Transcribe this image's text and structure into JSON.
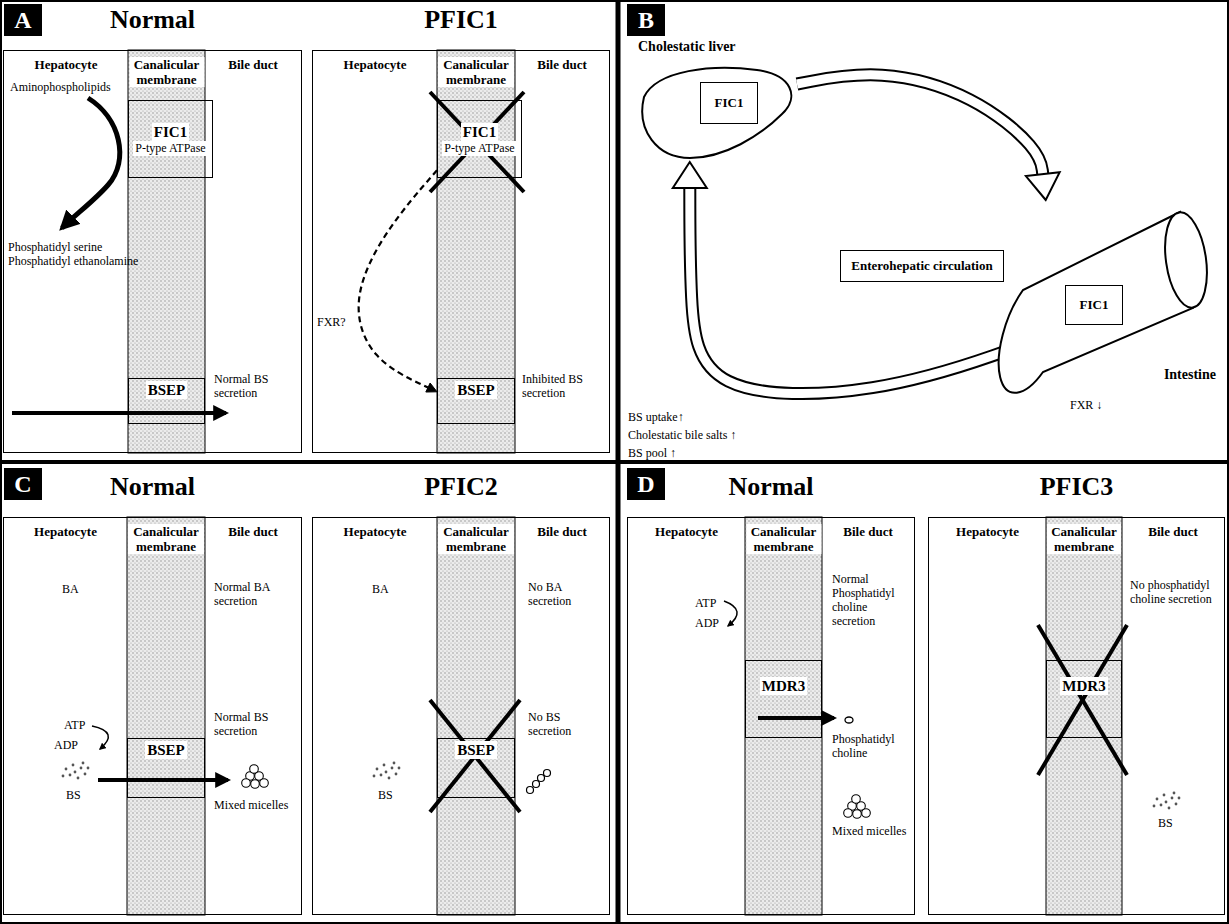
{
  "diagram": {
    "nodes": [
      {
        "text": [
          "A"
        ]
      },
      {
        "text": [
          "Normal",
          "Hepatocyte",
          "Canalicular membrane",
          "Bile duct"
        ]
      },
      {
        "text": [
          "FIC1",
          "P-type ATPase"
        ],
        "in": 1
      },
      {
        "text": [
          "BSEP"
        ],
        "in": 1
      },
      {
        "text": [
          "PFIC1",
          "Hepatocyte",
          "Canalicular membrane",
          "Bile duct"
        ]
      },
      {
        "text": [
          "FIC1",
          "P-type ATPase"
        ],
        "in": 4
      },
      {
        "text": [
          "BSEP"
        ],
        "in": 4
      },
      {
        "text": [
          "B"
        ]
      },
      {
        "text": [
          "Cholestatic liver"
        ]
      },
      {
        "text": [
          "FIC1"
        ],
        "in": 8
      },
      {
        "text": [
          "Enterohepatic circulation"
        ]
      },
      {
        "text": [
          "Intestine"
        ]
      },
      {
        "text": [
          "FIC1"
        ],
        "in": 11
      },
      {
        "text": [
          "C"
        ]
      },
      {
        "text": [
          "Normal",
          "Hepatocyte",
          "Canalicular membrane",
          "Bile duct"
        ]
      },
      {
        "text": [
          "BSEP"
        ],
        "in": 14
      },
      {
        "text": [
          "PFIC2",
          "Hepatocyte",
          "Canalicular membrane",
          "Bile duct"
        ]
      },
      {
        "text": [
          "BSEP"
        ],
        "in": 16
      },
      {
        "text": [
          "D"
        ]
      },
      {
        "text": [
          "Normal",
          "Hepatocyte",
          "Canalicular membrane",
          "Bile duct"
        ]
      },
      {
        "text": [
          "MDR3"
        ],
        "in": 19
      },
      {
        "text": [
          "PFIC3",
          "Hepatocyte",
          "Canalicular membrane",
          "Bile duct"
        ]
      },
      {
        "text": [
          "MDR3"
        ],
        "in": 21
      }
    ],
    "edges": [
      {
        "from": 5,
        "to": 6,
        "label": "FXR?",
        "arrow": "to"
      },
      {
        "from": 8,
        "to": 11,
        "arrow": "to"
      },
      {
        "from": 11,
        "to": 8,
        "arrow": "to"
      }
    ],
    "labels": [
      "Aminophospholipids",
      "Phosphatidyl serine Phosphatidyl ethanolamine",
      "Normal BS secretion",
      "Inhibited BS secretion",
      "BS uptake↑",
      "Cholestatic bile salts ↑",
      "BS pool ↑",
      "FXR ↓",
      "BA",
      "Normal BA secretion",
      "ATP",
      "ADP",
      "BS",
      "Normal BS secretion",
      "Mixed micelles",
      "BA",
      "No BA secretion",
      "BS",
      "No BS secretion",
      "ATP",
      "ADP",
      "Normal Phosphatidyl choline secretion",
      "Phosphatidyl choline",
      "Mixed micelles",
      "No phosphatidyl choline secretion",
      "BS"
    ]
  }
}
